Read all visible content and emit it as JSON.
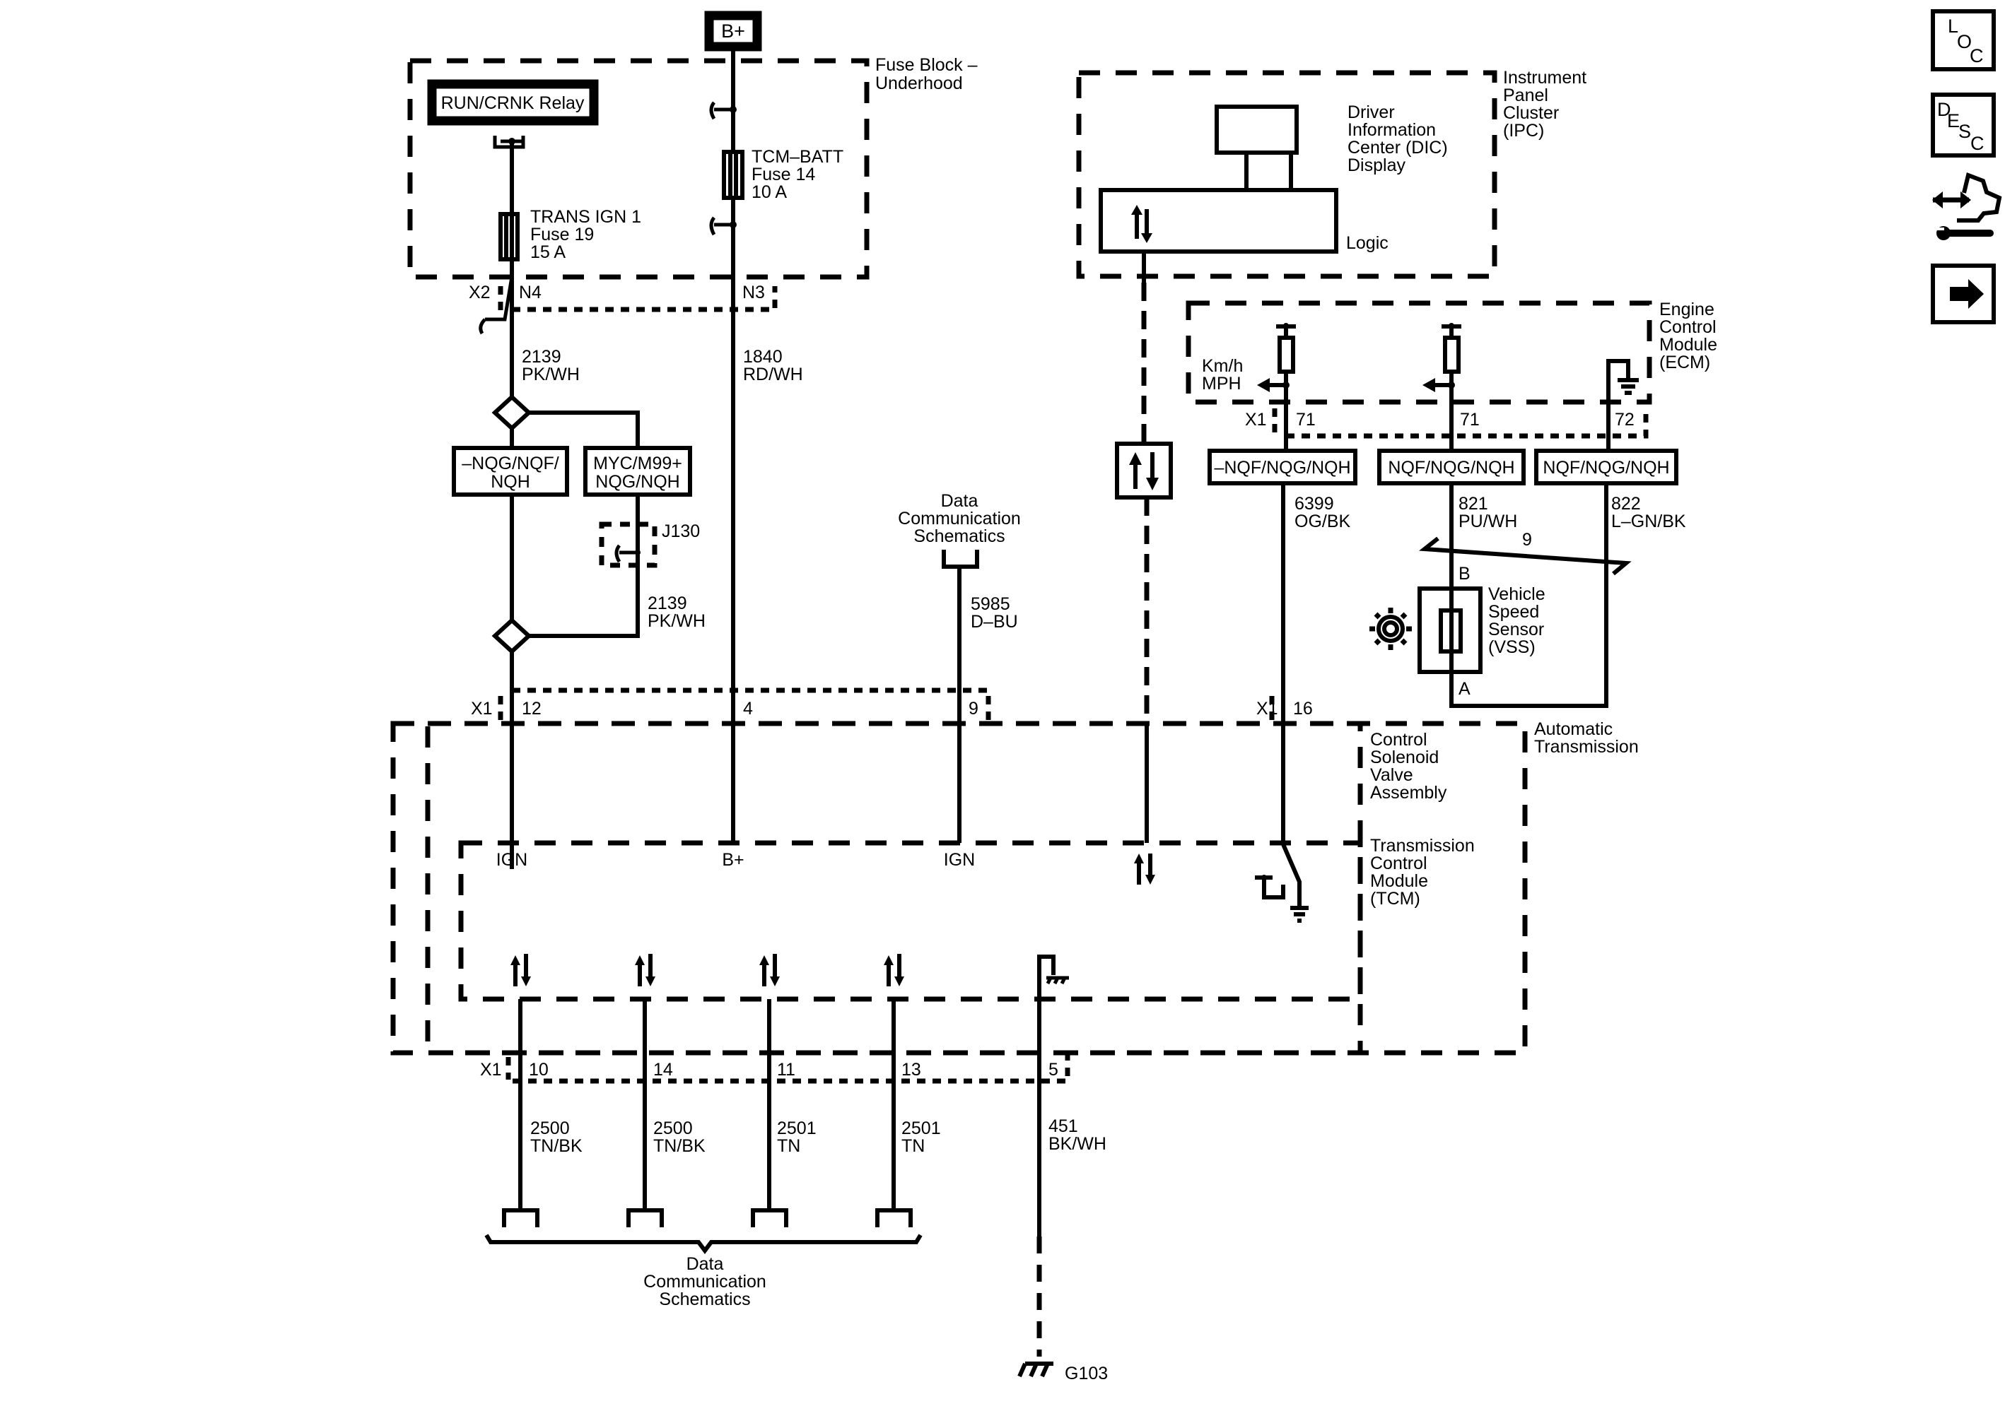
{
  "diagram": {
    "type": "wiring-schematic",
    "power_source": "B+",
    "modules": {
      "fuse_block": "Fuse Block –\nUnderhood",
      "relay": "RUN/CRNK Relay",
      "fuse_trans": [
        "TRANS IGN 1",
        "Fuse 19",
        "15 A"
      ],
      "fuse_tcm": [
        "TCM–BATT",
        "Fuse 14",
        "10 A"
      ],
      "ipc": [
        "Instrument",
        "Panel",
        "Cluster",
        "(IPC)"
      ],
      "dic": [
        "Driver",
        "Information",
        "Center (DIC)",
        "Display"
      ],
      "logic": "Logic",
      "ecm": [
        "Engine",
        "Control",
        "Module",
        "(ECM)"
      ],
      "kmh_mph": [
        "Km/h",
        "MPH"
      ],
      "vss": [
        "Vehicle",
        "Speed",
        "Sensor",
        "(VSS)"
      ],
      "vss_pin_b": "B",
      "vss_pin_a": "A",
      "twist": "9",
      "auto_trans": [
        "Automatic",
        "Transmission"
      ],
      "csva": [
        "Control",
        "Solenoid",
        "Valve",
        "Assembly"
      ],
      "tcm": [
        "Transmission",
        "Control",
        "Module",
        "(TCM)"
      ],
      "data_comm_top": [
        "Data",
        "Communication",
        "Schematics"
      ],
      "data_comm_bottom": [
        "Data",
        "Communication",
        "Schematics"
      ],
      "ground": "G103",
      "splice_pack": "J130"
    },
    "connectors": {
      "x2": "X2",
      "n4": "N4",
      "n3": "N3",
      "x1_top": "X1",
      "pin12": "12",
      "pin4": "4",
      "pin9": "9",
      "x1_16": "X1",
      "pin16": "16",
      "x1_ecm": "X1",
      "ecm71a": "71",
      "ecm71b": "71",
      "ecm72": "72",
      "x1_bottom": "X1",
      "pin10": "10",
      "pin14": "14",
      "pin11": "11",
      "pin13": "13",
      "pin5": "5"
    },
    "options": {
      "opt_left": [
        "–NQG/NQF/",
        "NQH"
      ],
      "opt_right": [
        "MYC/M99+",
        "NQG/NQH"
      ],
      "opt_ecm1": "–NQF/NQG/NQH",
      "opt_ecm2": "NQF/NQG/NQH",
      "opt_ecm3": "NQF/NQG/NQH"
    },
    "wires": {
      "w2139a": [
        "2139",
        "PK/WH"
      ],
      "w2139b": [
        "2139",
        "PK/WH"
      ],
      "w1840": [
        "1840",
        "RD/WH"
      ],
      "w5985": [
        "5985",
        "D–BU"
      ],
      "w6399": [
        "6399",
        "OG/BK"
      ],
      "w821": [
        "821",
        "PU/WH"
      ],
      "w822": [
        "822",
        "L–GN/BK"
      ],
      "w2500a": [
        "2500",
        "TN/BK"
      ],
      "w2500b": [
        "2500",
        "TN/BK"
      ],
      "w2501a": [
        "2501",
        "TN"
      ],
      "w2501b": [
        "2501",
        "TN"
      ],
      "w451": [
        "451",
        "BK/WH"
      ]
    },
    "tcm_inputs": {
      "ign1": "IGN",
      "bplus": "B+",
      "ign2": "IGN"
    }
  },
  "toolbar": {
    "loc": [
      "L",
      "O",
      "C"
    ],
    "desc": [
      "D",
      "E",
      "S",
      "C"
    ],
    "connector_icon": "connector-repair-icon",
    "next_icon": "arrow-right-icon"
  }
}
